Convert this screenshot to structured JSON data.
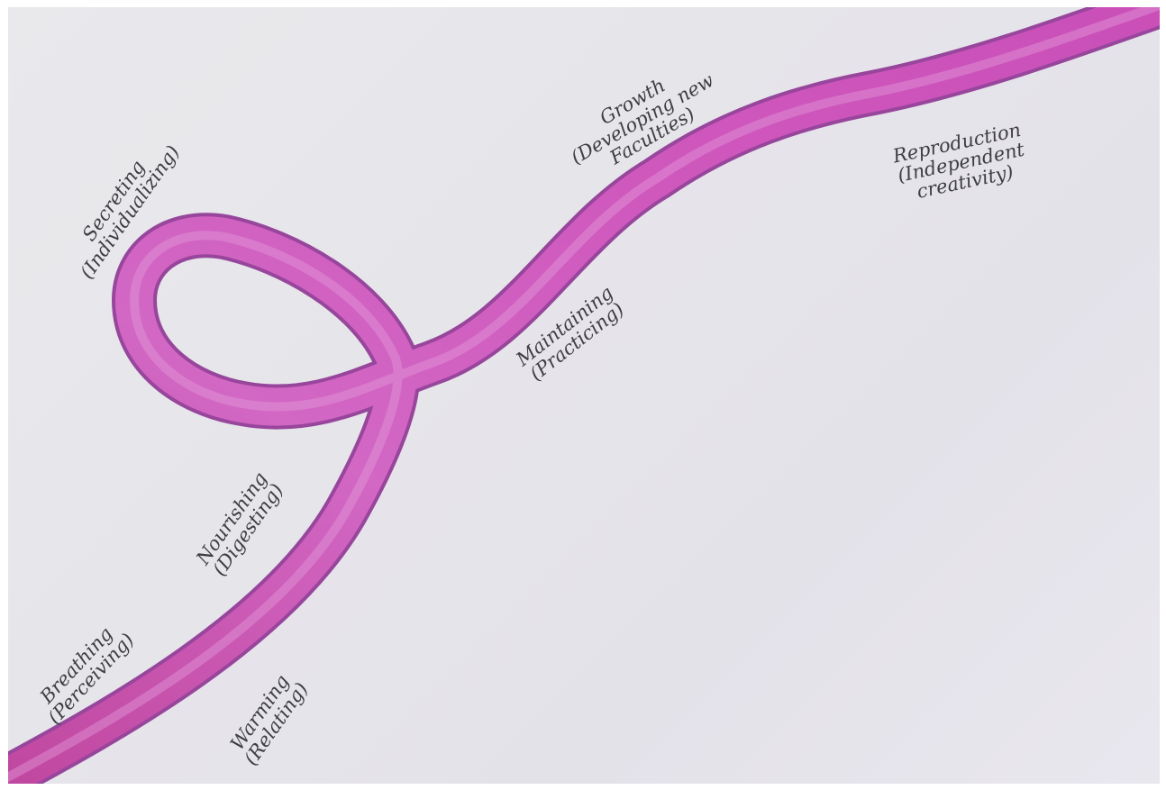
{
  "diagram": {
    "ribbon_color": "#c94fb8",
    "ribbon_edge_color": "#9a3a9a",
    "paper_color": "#e7e6eb",
    "text_color": "#3e3d42",
    "labels": {
      "breathing": {
        "line1": "Breathing",
        "line2": "(Perceiving)"
      },
      "warming": {
        "line1": "Warming",
        "line2": "(Relating)"
      },
      "nourishing": {
        "line1": "Nourishing",
        "line2": "(Digesting)"
      },
      "secreting": {
        "line1": "Secreting",
        "line2": "(Individualizing)"
      },
      "maintaining": {
        "line1": "Maintaining",
        "line2": "(Practicing)"
      },
      "growth": {
        "line1": "Growth",
        "line2": "(Developing new",
        "line3": "Faculties)"
      },
      "reproduction": {
        "line1": "Reproduction",
        "line2": "(Independent",
        "line3": "creativity)"
      }
    }
  }
}
